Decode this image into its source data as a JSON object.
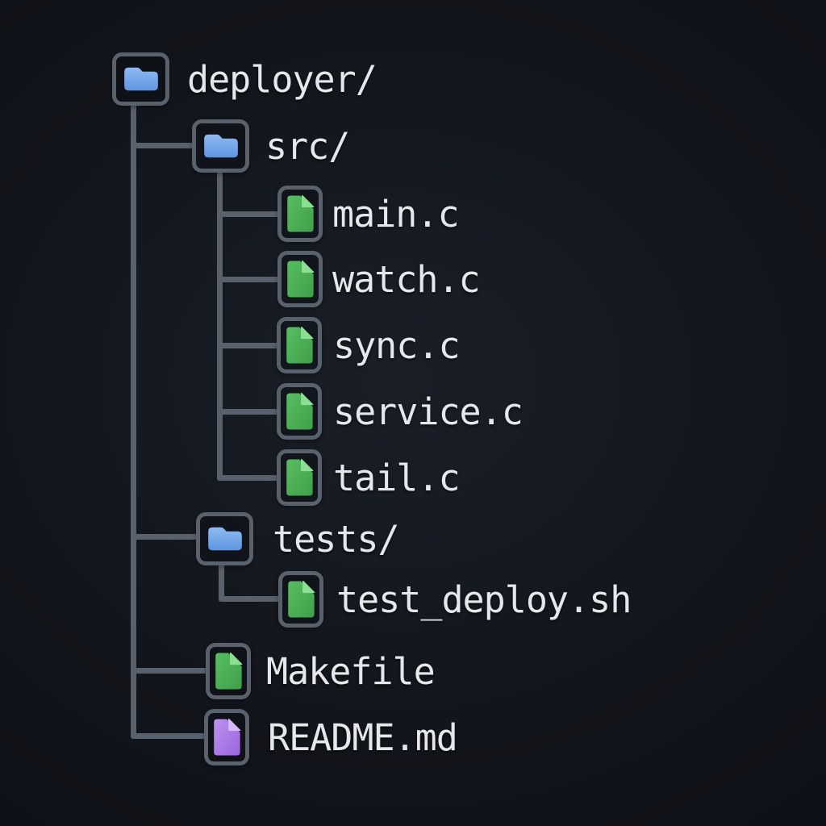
{
  "diagram_title": "file-tree",
  "tree": {
    "root": {
      "label": "deployer/",
      "type": "folder",
      "children": [
        {
          "label": "src/",
          "type": "folder",
          "children": [
            {
              "label": "main.c",
              "type": "file",
              "icon": "file-green"
            },
            {
              "label": "watch.c",
              "type": "file",
              "icon": "file-green"
            },
            {
              "label": "sync.c",
              "type": "file",
              "icon": "file-green"
            },
            {
              "label": "service.c",
              "type": "file",
              "icon": "file-green"
            },
            {
              "label": "tail.c",
              "type": "file",
              "icon": "file-green"
            }
          ]
        },
        {
          "label": "tests/",
          "type": "folder",
          "children": [
            {
              "label": "test_deploy.sh",
              "type": "file",
              "icon": "file-green"
            }
          ]
        },
        {
          "label": "Makefile",
          "type": "file",
          "icon": "file-green"
        },
        {
          "label": "README.md",
          "type": "file",
          "icon": "file-purple"
        }
      ]
    }
  },
  "colors": {
    "background": "#12151B",
    "background_center": "#1A1F27",
    "line": "#59616C",
    "text": "#E4E7EB",
    "folder_blue_light": "#90BAF2",
    "folder_blue_dark": "#5E95E1",
    "file_green_light": "#58BE62",
    "file_green_dark": "#3F9F49",
    "file_green_fold": "#8ADF93",
    "file_purple_light": "#BD93F0",
    "file_purple_dark": "#9A64DC",
    "file_purple_fold": "#D6B7F8"
  }
}
